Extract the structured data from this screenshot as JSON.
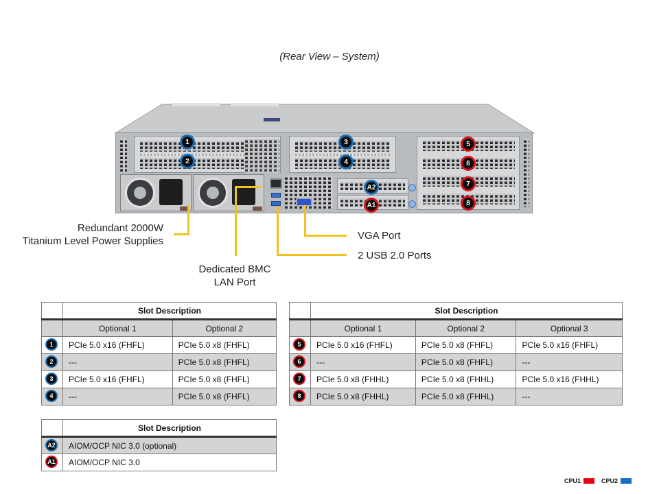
{
  "title": "(Rear View – System)",
  "colors": {
    "cpu1": "#e8000f",
    "cpu2": "#1570c4",
    "callout": "#f1c21b"
  },
  "chassis": {
    "slot_badges": [
      {
        "id": "1",
        "cpu": "CPU2"
      },
      {
        "id": "2",
        "cpu": "CPU2"
      },
      {
        "id": "3",
        "cpu": "CPU2"
      },
      {
        "id": "4",
        "cpu": "CPU2"
      },
      {
        "id": "5",
        "cpu": "CPU1"
      },
      {
        "id": "6",
        "cpu": "CPU1"
      },
      {
        "id": "7",
        "cpu": "CPU1"
      },
      {
        "id": "8",
        "cpu": "CPU1"
      },
      {
        "id": "A2",
        "cpu": "CPU2"
      },
      {
        "id": "A1",
        "cpu": "CPU1"
      }
    ]
  },
  "callouts": {
    "psu_line1": "Redundant 2000W",
    "psu_line2": "Titanium Level Power Supplies",
    "bmc_line1": "Dedicated BMC",
    "bmc_line2": "LAN Port",
    "vga": "VGA Port",
    "usb": "2 USB 2.0 Ports"
  },
  "table_cpu2": {
    "header": "Slot Description",
    "columns": [
      "Optional 1",
      "Optional 2"
    ],
    "rows": [
      {
        "slot": "1",
        "cells": [
          "PCIe 5.0 x16 (FHFL)",
          "PCIe 5.0 x8 (FHFL)"
        ]
      },
      {
        "slot": "2",
        "cells": [
          "---",
          "PCIe 5.0 x8 (FHFL)"
        ]
      },
      {
        "slot": "3",
        "cells": [
          "PCIe 5.0 x16 (FHFL)",
          "PCIe 5.0 x8 (FHFL)"
        ]
      },
      {
        "slot": "4",
        "cells": [
          "---",
          "PCIe 5.0 x8 (FHFL)"
        ]
      }
    ]
  },
  "table_cpu1": {
    "header": "Slot Description",
    "columns": [
      "Optional 1",
      "Optional 2",
      "Optional 3"
    ],
    "rows": [
      {
        "slot": "5",
        "cells": [
          "PCIe 5.0 x16 (FHFL)",
          "PCIe 5.0 x8 (FHFL)",
          "PCIe 5.0 x16 (FHFL)"
        ]
      },
      {
        "slot": "6",
        "cells": [
          "---",
          "PCIe 5.0 x8 (FHFL)",
          "---"
        ]
      },
      {
        "slot": "7",
        "cells": [
          "PCIe 5.0 x8 (FHHL)",
          "PCIe 5.0 x8 (FHHL)",
          "PCIe 5.0 x16 (FHHL)"
        ]
      },
      {
        "slot": "8",
        "cells": [
          "PCIe 5.0 x8 (FHHL)",
          "PCIe 5.0 x8 (FHHL)",
          "---"
        ]
      }
    ]
  },
  "table_aiom": {
    "header": "Slot Description",
    "rows": [
      {
        "slot": "A2",
        "cells": [
          "AIOM/OCP NIC 3.0 (optional)"
        ]
      },
      {
        "slot": "A1",
        "cells": [
          "AIOM/OCP NIC 3.0"
        ]
      }
    ]
  },
  "legend": [
    {
      "label": "CPU1",
      "color": "#e8000f"
    },
    {
      "label": "CPU2",
      "color": "#1570c4"
    }
  ]
}
